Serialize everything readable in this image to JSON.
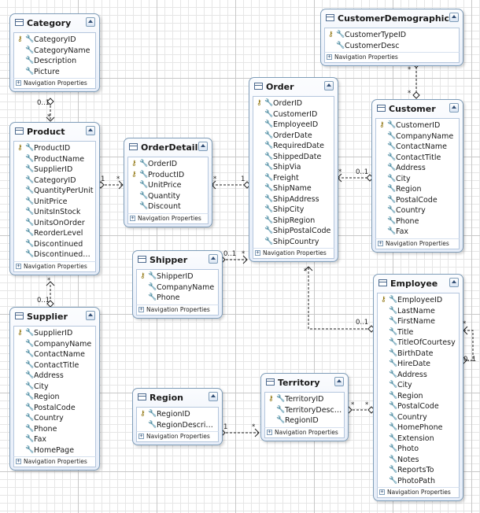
{
  "navigation_label": "Navigation Properties",
  "entities": {
    "category": {
      "title": "Category",
      "props": [
        {
          "name": "CategoryID",
          "key": true
        },
        {
          "name": "CategoryName"
        },
        {
          "name": "Description"
        },
        {
          "name": "Picture"
        }
      ]
    },
    "product": {
      "title": "Product",
      "props": [
        {
          "name": "ProductID",
          "key": true
        },
        {
          "name": "ProductName"
        },
        {
          "name": "SupplierID"
        },
        {
          "name": "CategoryID"
        },
        {
          "name": "QuantityPerUnit"
        },
        {
          "name": "UnitPrice"
        },
        {
          "name": "UnitsInStock"
        },
        {
          "name": "UnitsOnOrder"
        },
        {
          "name": "ReorderLevel"
        },
        {
          "name": "Discontinued"
        },
        {
          "name": "DiscontinuedD..."
        }
      ]
    },
    "supplier": {
      "title": "Supplier",
      "props": [
        {
          "name": "SupplierID",
          "key": true
        },
        {
          "name": "CompanyName"
        },
        {
          "name": "ContactName"
        },
        {
          "name": "ContactTitle"
        },
        {
          "name": "Address"
        },
        {
          "name": "City"
        },
        {
          "name": "Region"
        },
        {
          "name": "PostalCode"
        },
        {
          "name": "Country"
        },
        {
          "name": "Phone"
        },
        {
          "name": "Fax"
        },
        {
          "name": "HomePage"
        }
      ]
    },
    "orderdetail": {
      "title": "OrderDetail",
      "props": [
        {
          "name": "OrderID",
          "key": true
        },
        {
          "name": "ProductID",
          "key": true
        },
        {
          "name": "UnitPrice"
        },
        {
          "name": "Quantity"
        },
        {
          "name": "Discount"
        }
      ]
    },
    "shipper": {
      "title": "Shipper",
      "props": [
        {
          "name": "ShipperID",
          "key": true
        },
        {
          "name": "CompanyName"
        },
        {
          "name": "Phone"
        }
      ]
    },
    "region": {
      "title": "Region",
      "props": [
        {
          "name": "RegionID",
          "key": true
        },
        {
          "name": "RegionDescript..."
        }
      ]
    },
    "order": {
      "title": "Order",
      "props": [
        {
          "name": "OrderID",
          "key": true
        },
        {
          "name": "CustomerID"
        },
        {
          "name": "EmployeeID"
        },
        {
          "name": "OrderDate"
        },
        {
          "name": "RequiredDate"
        },
        {
          "name": "ShippedDate"
        },
        {
          "name": "ShipVia"
        },
        {
          "name": "Freight"
        },
        {
          "name": "ShipName"
        },
        {
          "name": "ShipAddress"
        },
        {
          "name": "ShipCity"
        },
        {
          "name": "ShipRegion"
        },
        {
          "name": "ShipPostalCode"
        },
        {
          "name": "ShipCountry"
        }
      ]
    },
    "territory": {
      "title": "Territory",
      "props": [
        {
          "name": "TerritoryID",
          "key": true
        },
        {
          "name": "TerritoryDescri..."
        },
        {
          "name": "RegionID"
        }
      ]
    },
    "customerdemographic": {
      "title": "CustomerDemographic",
      "props": [
        {
          "name": "CustomerTypeID",
          "key": true
        },
        {
          "name": "CustomerDesc"
        }
      ]
    },
    "customer": {
      "title": "Customer",
      "props": [
        {
          "name": "CustomerID",
          "key": true
        },
        {
          "name": "CompanyName"
        },
        {
          "name": "ContactName"
        },
        {
          "name": "ContactTitle"
        },
        {
          "name": "Address"
        },
        {
          "name": "City"
        },
        {
          "name": "Region"
        },
        {
          "name": "PostalCode"
        },
        {
          "name": "Country"
        },
        {
          "name": "Phone"
        },
        {
          "name": "Fax"
        }
      ]
    },
    "employee": {
      "title": "Employee",
      "props": [
        {
          "name": "EmployeeID",
          "key": true
        },
        {
          "name": "LastName"
        },
        {
          "name": "FirstName"
        },
        {
          "name": "Title"
        },
        {
          "name": "TitleOfCourtesy"
        },
        {
          "name": "BirthDate"
        },
        {
          "name": "HireDate"
        },
        {
          "name": "Address"
        },
        {
          "name": "City"
        },
        {
          "name": "Region"
        },
        {
          "name": "PostalCode"
        },
        {
          "name": "Country"
        },
        {
          "name": "HomePhone"
        },
        {
          "name": "Extension"
        },
        {
          "name": "Photo"
        },
        {
          "name": "Notes"
        },
        {
          "name": "ReportsTo"
        },
        {
          "name": "PhotoPath"
        }
      ]
    }
  },
  "multiplicities": {
    "category_product_one": "0..1",
    "category_product_many": "*",
    "supplier_product_one": "0..1",
    "supplier_product_many": "*",
    "product_orderdetail_one": "1",
    "product_orderdetail_many": "*",
    "order_orderdetail_one": "1",
    "order_orderdetail_many": "*",
    "customer_order_one": "0..1",
    "customer_order_many": "*",
    "shipper_order_one": "0..1",
    "shipper_order_many": "*",
    "employee_order_one": "0..1",
    "employee_order_many": "*",
    "region_territory_one": "1",
    "region_territory_many": "*",
    "territory_employee_left": "*",
    "territory_employee_right": "*",
    "cd_customer_top": "*",
    "cd_customer_bottom": "*",
    "employee_self_many": "*",
    "employee_self_one": "0..1"
  },
  "colors": {
    "border": "#7f9db9",
    "connector": "#222222",
    "grid": "#c8c8c8"
  }
}
